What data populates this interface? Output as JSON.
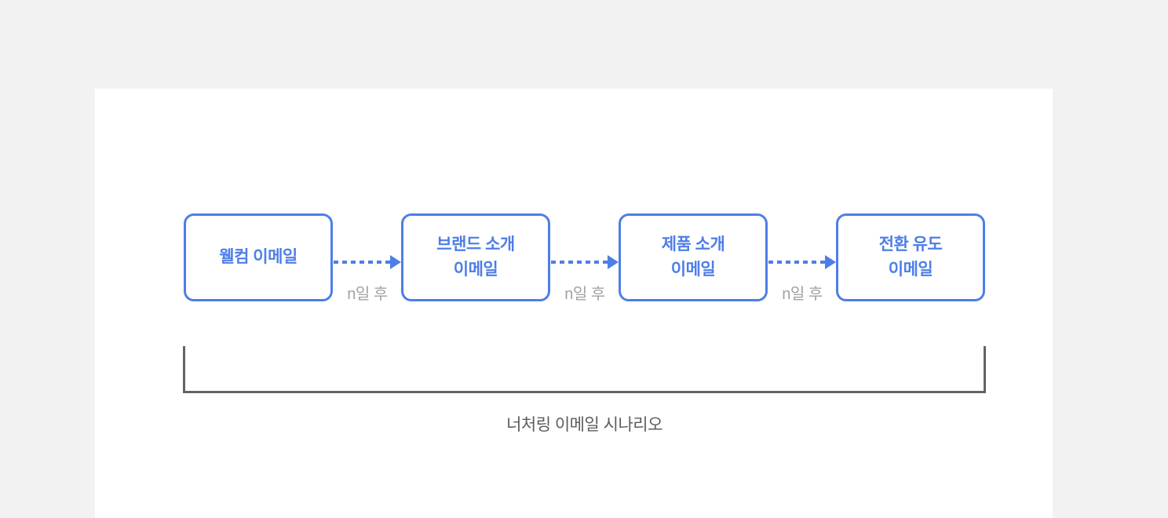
{
  "page": {
    "background_color": "#f2f2f2",
    "card_color": "#ffffff"
  },
  "diagram": {
    "accent_color": "#4d7ee8",
    "delay_label_color": "#a2a2a2",
    "bracket_color": "#636363",
    "caption_color": "#5c5c5c",
    "nodes": [
      {
        "label": "웰컴 이메일"
      },
      {
        "label": "브랜드 소개\n이메일"
      },
      {
        "label": "제품 소개\n이메일"
      },
      {
        "label": "전환 유도\n이메일"
      }
    ],
    "connectors": [
      {
        "label": "n일 후"
      },
      {
        "label": "n일 후"
      },
      {
        "label": "n일 후"
      }
    ],
    "caption": "너처링 이메일 시나리오"
  }
}
